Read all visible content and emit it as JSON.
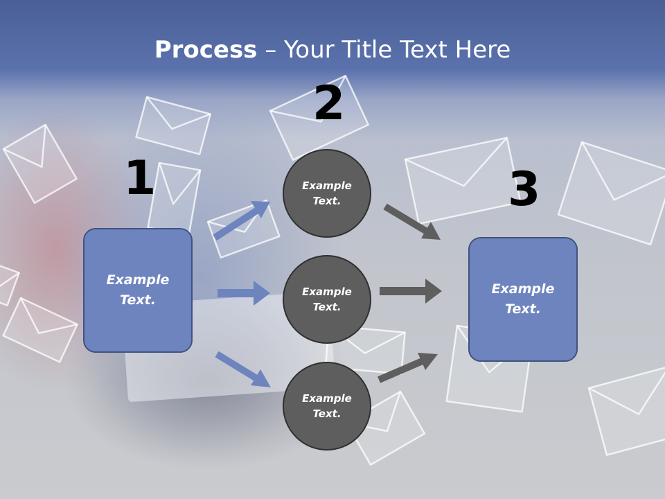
{
  "slide": {
    "title_bold": "Process",
    "title_rest": " – Your Title Text Here",
    "step_numbers": [
      "1",
      "2",
      "3"
    ],
    "left_box": "Example\nText.",
    "right_box": "Example\nText.",
    "circles": [
      "Example\nText.",
      "Example\nText.",
      "Example\nText."
    ]
  },
  "colors": {
    "header_blue": "#5b72ad",
    "box_fill": "#6e84bf",
    "circle_fill": "#5e5e5e",
    "left_arrow": "#6e84bf",
    "right_arrow": "#5e5e5e"
  }
}
